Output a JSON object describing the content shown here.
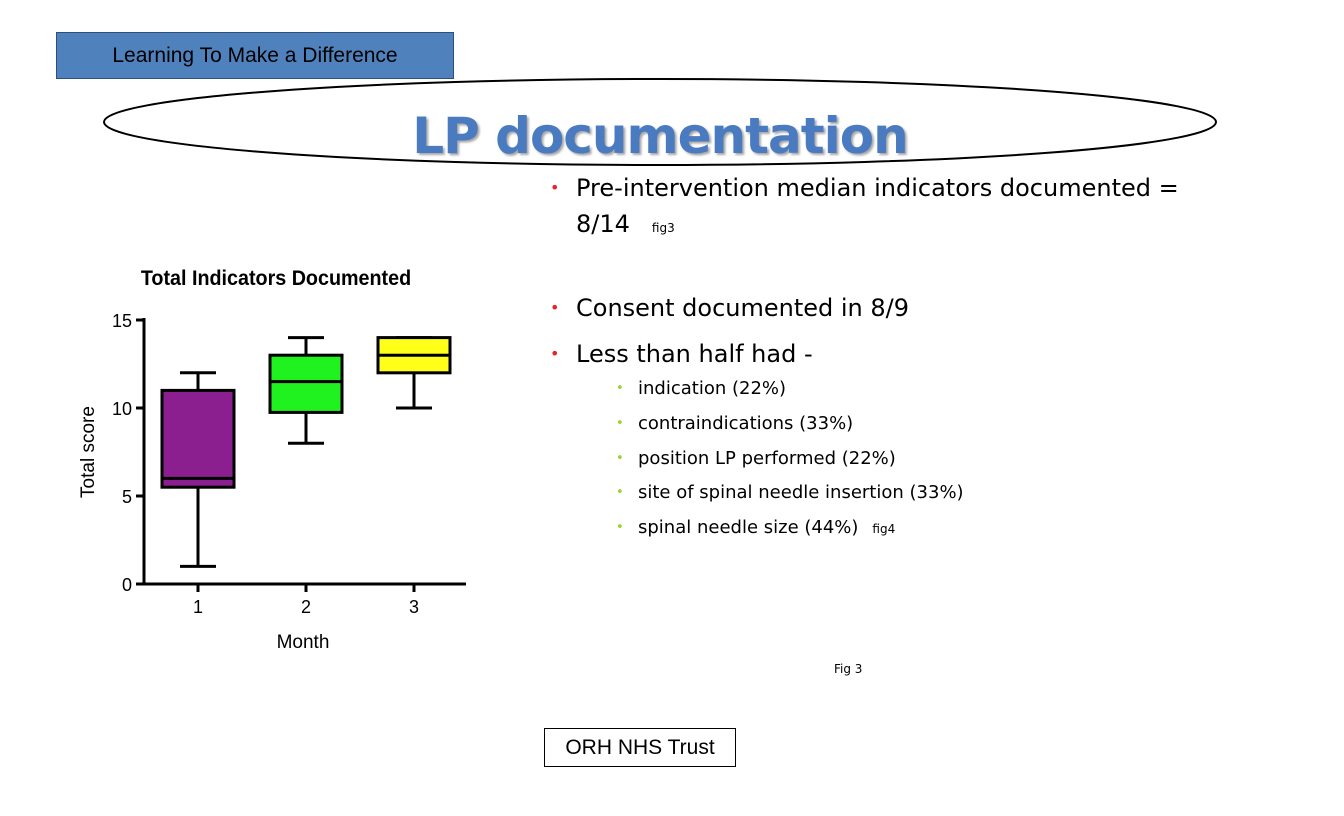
{
  "banner": {
    "label": "Learning To Make a Difference"
  },
  "title": "LP documentation",
  "bullets": {
    "b1_line1": "Pre-intervention median indicators documented =",
    "b1_line2": "8/14",
    "b1_ref": "fig3",
    "b2": "Consent documented in 8/9",
    "b3": "Less than half had -",
    "sub": [
      {
        "text": "indication (22%)"
      },
      {
        "text": "contraindications (33%)"
      },
      {
        "text": "position LP performed (22%)"
      },
      {
        "text": "site of spinal needle insertion (33%)"
      },
      {
        "text": "spinal needle size (44%)",
        "ref": "fig4"
      }
    ]
  },
  "fig_label": "Fig 3",
  "footer": "ORH NHS Trust",
  "colors": {
    "title": "#4a7bc0",
    "banner": "#4f81bd",
    "bullet": "#e5252a",
    "subbullet": "#9bd32b"
  },
  "chart_data": {
    "type": "boxplot",
    "title": "Total Indicators Documented",
    "xlabel": "Month",
    "ylabel": "Total score",
    "categories": [
      "1",
      "2",
      "3"
    ],
    "yticks": [
      "0",
      "5",
      "10",
      "15"
    ],
    "ylim": [
      0,
      15
    ],
    "grid": false,
    "boxes": [
      {
        "category": "1",
        "min": 1,
        "q1": 5.5,
        "median": 6,
        "q3": 11,
        "max": 12,
        "color": "#8b1f8f"
      },
      {
        "category": "2",
        "min": 8,
        "q1": 9.75,
        "median": 11.5,
        "q3": 13,
        "max": 14,
        "color": "#1ff21f"
      },
      {
        "category": "3",
        "min": 10,
        "q1": 12,
        "median": 13,
        "q3": 14,
        "max": 14,
        "color": "#ffff1a"
      }
    ]
  }
}
